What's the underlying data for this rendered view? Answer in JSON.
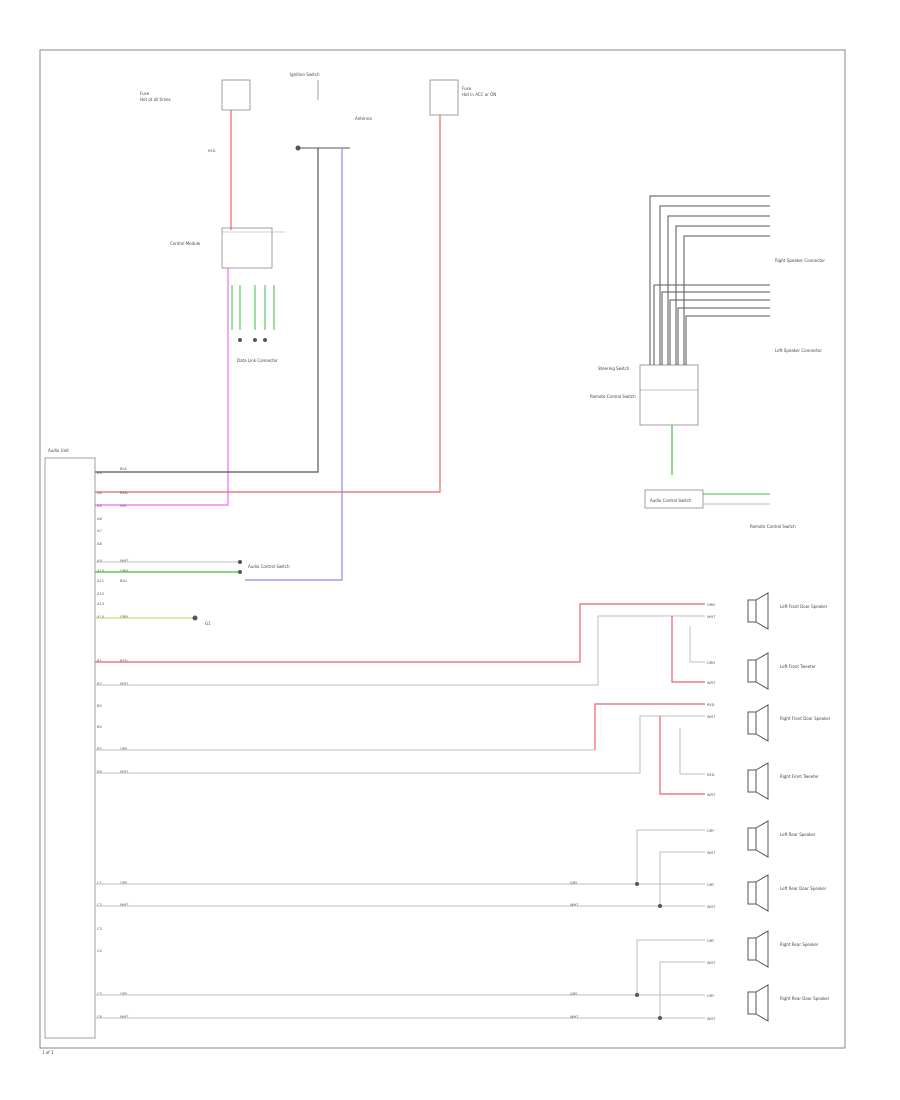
{
  "colors": {
    "black": "#555555",
    "gray": "#bdbdbd",
    "red": "#e8646c",
    "violet": "#ec6cf4",
    "blue": "#8a8af0",
    "green": "#3fc23f",
    "yellow": "#d8d86a",
    "border": "#888888"
  },
  "icons": [
    "ground-icon",
    "splice-dot-icon",
    "speaker-icon",
    "connector-icon"
  ],
  "unit": {
    "label": "Audio Unit",
    "pins": [
      {
        "pin": "A3",
        "wire": "BLK"
      },
      {
        "pin": "A4",
        "wire": "RED"
      },
      {
        "pin": "A5",
        "wire": "VIO"
      },
      {
        "pin": "A6",
        "wire": ""
      },
      {
        "pin": "A7",
        "wire": ""
      },
      {
        "pin": "A8",
        "wire": ""
      },
      {
        "pin": "A9",
        "wire": "WHT"
      },
      {
        "pin": "A10",
        "wire": "GRN"
      },
      {
        "pin": "A11",
        "wire": "BLU"
      },
      {
        "pin": "A12",
        "wire": ""
      },
      {
        "pin": "A13",
        "wire": ""
      },
      {
        "pin": "A14",
        "wire": "GRN"
      },
      {
        "pin": "B1",
        "wire": "RED"
      },
      {
        "pin": "B2",
        "wire": "WHT"
      },
      {
        "pin": "B3",
        "wire": ""
      },
      {
        "pin": "B4",
        "wire": ""
      },
      {
        "pin": "B5",
        "wire": "GRY"
      },
      {
        "pin": "B6",
        "wire": "WHT"
      },
      {
        "pin": "C1",
        "wire": "GRY"
      },
      {
        "pin": "C2",
        "wire": "WHT"
      },
      {
        "pin": "C3",
        "wire": ""
      },
      {
        "pin": "C4",
        "wire": ""
      },
      {
        "pin": "C5",
        "wire": "GRY"
      },
      {
        "pin": "C6",
        "wire": "WHT"
      }
    ]
  },
  "top": {
    "fuse_left": {
      "label": "Fuse",
      "sub": "Hot at all times",
      "wire": "RED"
    },
    "switch_mid": {
      "label": "Ignition Switch",
      "wire": "BLK"
    },
    "antenna": {
      "label": "Antenna",
      "wire": "BLU"
    },
    "fuse_right": {
      "label": "Fuse",
      "sub": "Hot in ACC or ON",
      "wire": "RED"
    },
    "module_left": {
      "label": "Control Module",
      "wire": "VIO"
    },
    "conn_bottom": {
      "label": "Data Link Connector"
    }
  },
  "right": {
    "switch_block": {
      "label": "Steering Switch"
    },
    "conn_a": {
      "label": "Right Speaker Connector"
    },
    "conn_b": {
      "label": "Left Speaker Connector"
    },
    "sensor": {
      "label": "Audio Control Switch"
    },
    "module_lr": {
      "label": "Remote Control Switch"
    }
  },
  "speakers": [
    {
      "label": "Left Front Door Speaker",
      "w1": "GRN",
      "w2": "WHT"
    },
    {
      "label": "Left Front Tweeter",
      "w1": "GRN",
      "w2": "WHT"
    },
    {
      "label": "Right Front Door Speaker",
      "w1": "RED",
      "w2": "WHT"
    },
    {
      "label": "Right Front Tweeter",
      "w1": "RED",
      "w2": "WHT"
    },
    {
      "label": "Left Rear Speaker",
      "w1": "GRY",
      "w2": "WHT"
    },
    {
      "label": "Left Rear Door Speaker",
      "w1": "GRY",
      "w2": "WHT"
    },
    {
      "label": "Right Rear Speaker",
      "w1": "GRY",
      "w2": "WHT"
    },
    {
      "label": "Right Rear Door Speaker",
      "w1": "GRY",
      "w2": "WHT"
    }
  ],
  "misc": {
    "ground_label": "G1",
    "footer": "1 of 1"
  }
}
